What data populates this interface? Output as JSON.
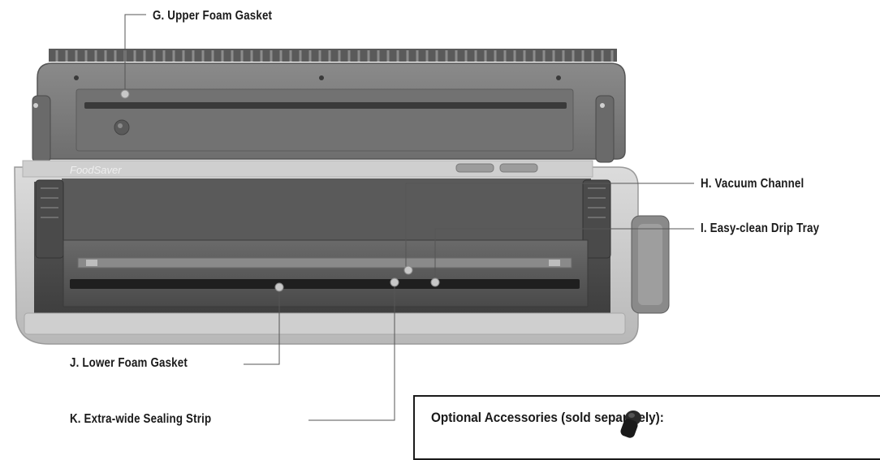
{
  "callouts": {
    "g": "G. Upper Foam Gasket",
    "h": "H. Vacuum Channel",
    "i": "I. Easy-clean Drip Tray",
    "j": "J. Lower Foam Gasket",
    "k": "K. Extra-wide Sealing Strip"
  },
  "device": {
    "brand": "FoodSaver"
  },
  "accessories": {
    "title": "Optional Accessories (sold separately):",
    "icon": "handheld-sealer-icon"
  },
  "colors": {
    "body_light": "#d4d4d4",
    "body_mid": "#9a9a9a",
    "body_dark": "#4a4a4a",
    "lid": "#7c7c7c",
    "gasket": "#2a2a2a",
    "leader_line": "#555555",
    "text": "#1a1a1a"
  }
}
